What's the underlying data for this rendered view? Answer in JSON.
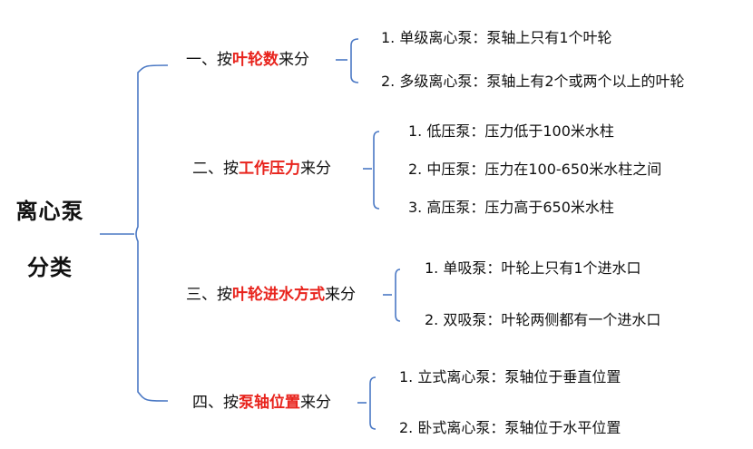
{
  "root": {
    "line1": "离心泵",
    "line2": "分类"
  },
  "colors": {
    "line": "#4a78c4",
    "highlight": "#e8231c",
    "text": "#111111"
  },
  "categories": [
    {
      "prefix": "一、按",
      "highlight": "叶轮数",
      "suffix": "来分",
      "items": [
        "1. 单级离心泵：泵轴上只有1个叶轮",
        "2. 多级离心泵：泵轴上有2个或两个以上的叶轮"
      ]
    },
    {
      "prefix": "二、按",
      "highlight": "工作压力",
      "suffix": "来分",
      "items": [
        "1. 低压泵：压力低于100米水柱",
        "2. 中压泵：压力在100-650米水柱之间",
        "3. 高压泵：压力高于650米水柱"
      ]
    },
    {
      "prefix": "三、按",
      "highlight": "叶轮进水方式",
      "suffix": "来分",
      "items": [
        "1. 单吸泵：叶轮上只有1个进水口",
        "2. 双吸泵：叶轮两侧都有一个进水口"
      ]
    },
    {
      "prefix": "四、按",
      "highlight": "泵轴位置",
      "suffix": "来分",
      "items": [
        "1. 立式离心泵：泵轴位于垂直位置",
        "2. 卧式离心泵：泵轴位于水平位置"
      ]
    }
  ]
}
